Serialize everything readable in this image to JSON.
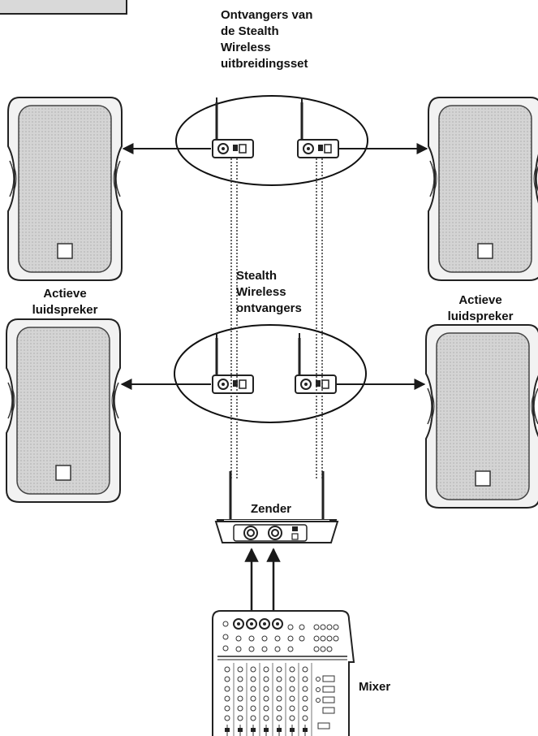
{
  "labels": {
    "expansion_receivers": [
      "Ontvangers van",
      "de Stealth",
      "Wireless",
      "uitbreidingsset"
    ],
    "stealth_receivers": [
      "Stealth",
      "Wireless",
      "ontvangers"
    ],
    "speaker_left": [
      "Actieve",
      "luidspreker"
    ],
    "speaker_right": [
      "Actieve",
      "luidspreker"
    ],
    "transmitter": "Zender",
    "mixer": "Mixer"
  },
  "colors": {
    "line": "#1a1a1a",
    "speaker_grille": "#d9d9d9",
    "speaker_body": "#f2f2f2",
    "corner_box": "#d9d9d9"
  },
  "icons": {
    "speaker": "speaker-icon",
    "receiver": "receiver-icon",
    "transmitter": "transmitter-icon",
    "mixer": "mixer-icon"
  }
}
